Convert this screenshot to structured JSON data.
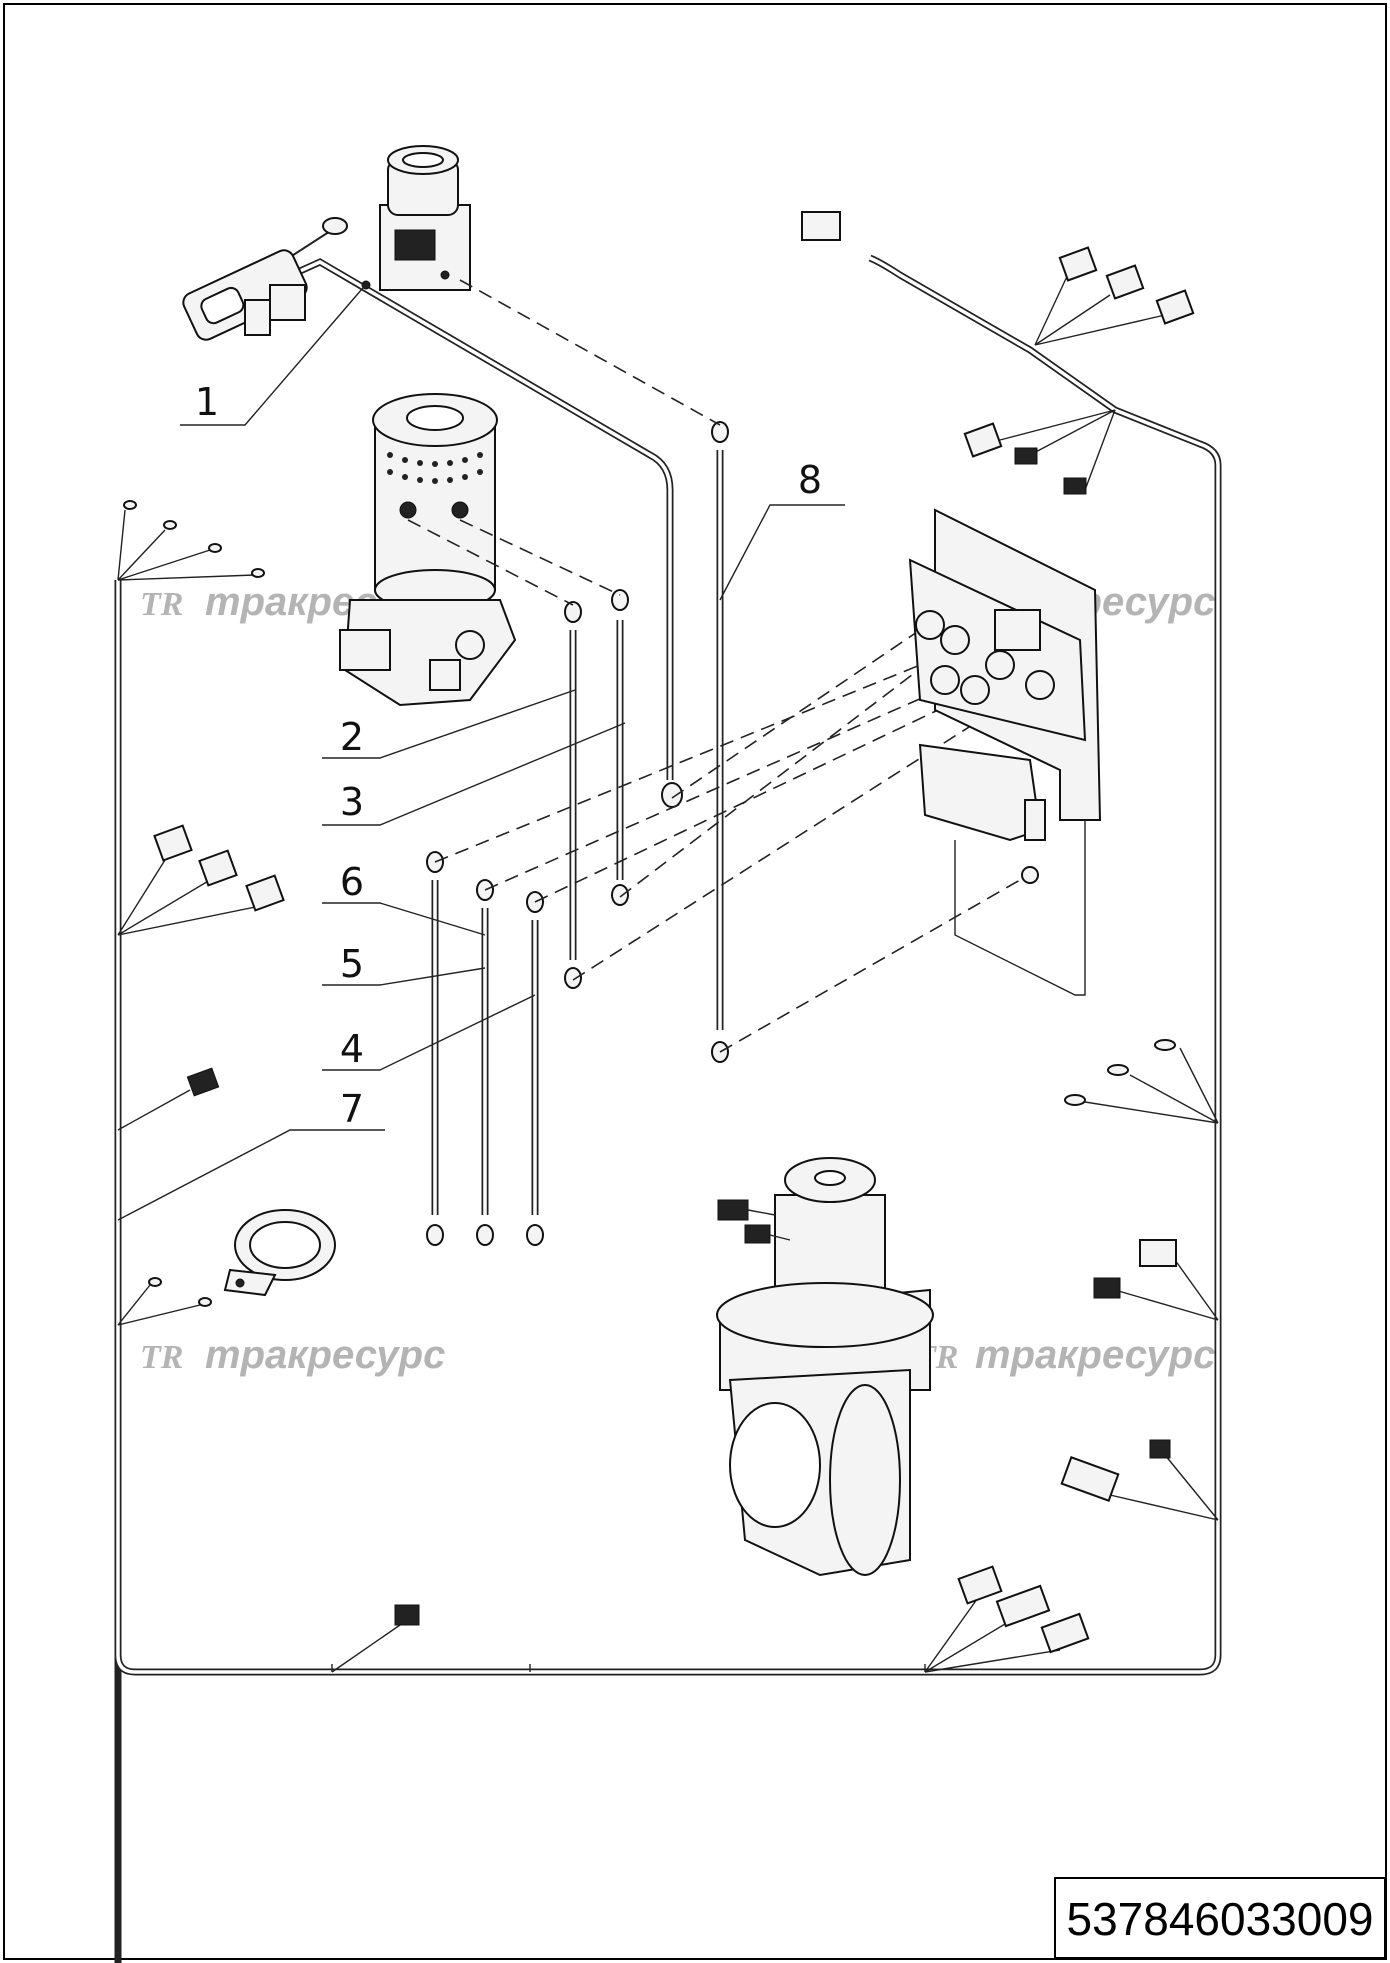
{
  "document_number": "537846033009",
  "watermark": {
    "logo": "TR",
    "text": "тракресурс"
  },
  "callouts": [
    {
      "id": "1",
      "label": "1"
    },
    {
      "id": "2",
      "label": "2"
    },
    {
      "id": "3",
      "label": "3"
    },
    {
      "id": "4",
      "label": "4"
    },
    {
      "id": "5",
      "label": "5"
    },
    {
      "id": "6",
      "label": "6"
    },
    {
      "id": "7",
      "label": "7"
    },
    {
      "id": "8",
      "label": "8"
    }
  ]
}
